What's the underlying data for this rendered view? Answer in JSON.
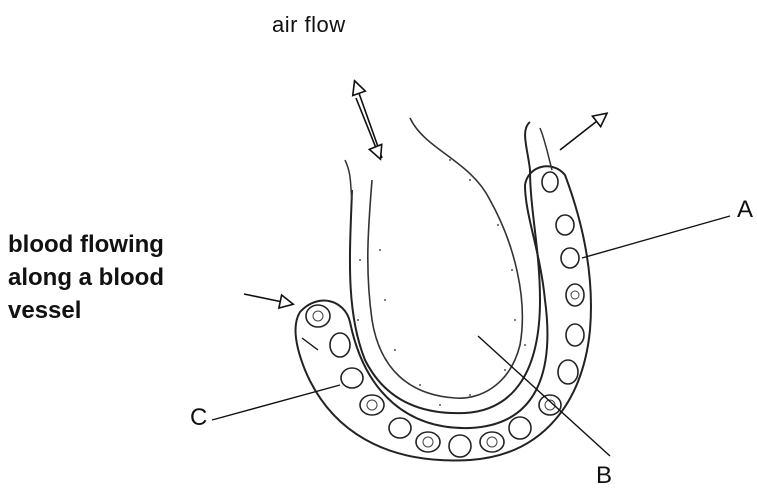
{
  "title": "air flow",
  "blood_label": [
    "blood flowing",
    "along a blood",
    "vessel"
  ],
  "labels": {
    "a": "A",
    "b": "B",
    "c": "C"
  }
}
